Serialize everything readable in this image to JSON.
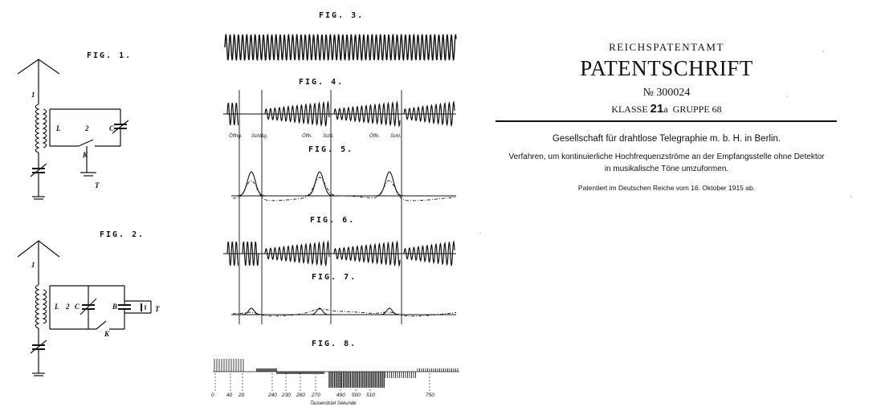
{
  "header": {
    "office": "REICHSPATENTAMT",
    "title": "PATENTSCHRIFT",
    "number": "№ 300024",
    "klasse_prefix": "KLASSE",
    "klasse_num": "21",
    "klasse_letter": "a",
    "gruppe": "GRUPPE 68"
  },
  "body": {
    "company": "Gesellschaft für drahtlose Telegraphie m. b. H. in Berlin.",
    "description_line1": "Verfahren, um kontinuierliche Hochfrequenzströme an der Empfangsstelle ohne Detektor",
    "description_line2": "in musikalische Töne umzuformen.",
    "patented": "Patentiert im Deutschen Reiche vom 16. Oktober 1915 ab."
  },
  "figures": {
    "fig1": "FIG. 1.",
    "fig2": "FIG. 2.",
    "fig3": "FIG. 3.",
    "fig4": "FIG. 4.",
    "fig5": "FIG. 5.",
    "fig6": "FIG. 6.",
    "fig7": "FIG. 7.",
    "fig8": "FIG. 8."
  },
  "circuit_labels": {
    "one": "1",
    "L": "L",
    "two": "2",
    "C": "C",
    "K": "K",
    "T": "T",
    "B": "B"
  },
  "fig4_labels": [
    "Öffng.",
    "Schlßg.",
    "Öffn.",
    "Schl.",
    "Öffn.",
    "Schl."
  ],
  "fig8": {
    "ticks": [
      "0",
      "40",
      "20",
      "240",
      "230",
      "260",
      "270",
      "490",
      "500",
      "510",
      "750"
    ],
    "caption": "Tausendstel Sekunde"
  }
}
